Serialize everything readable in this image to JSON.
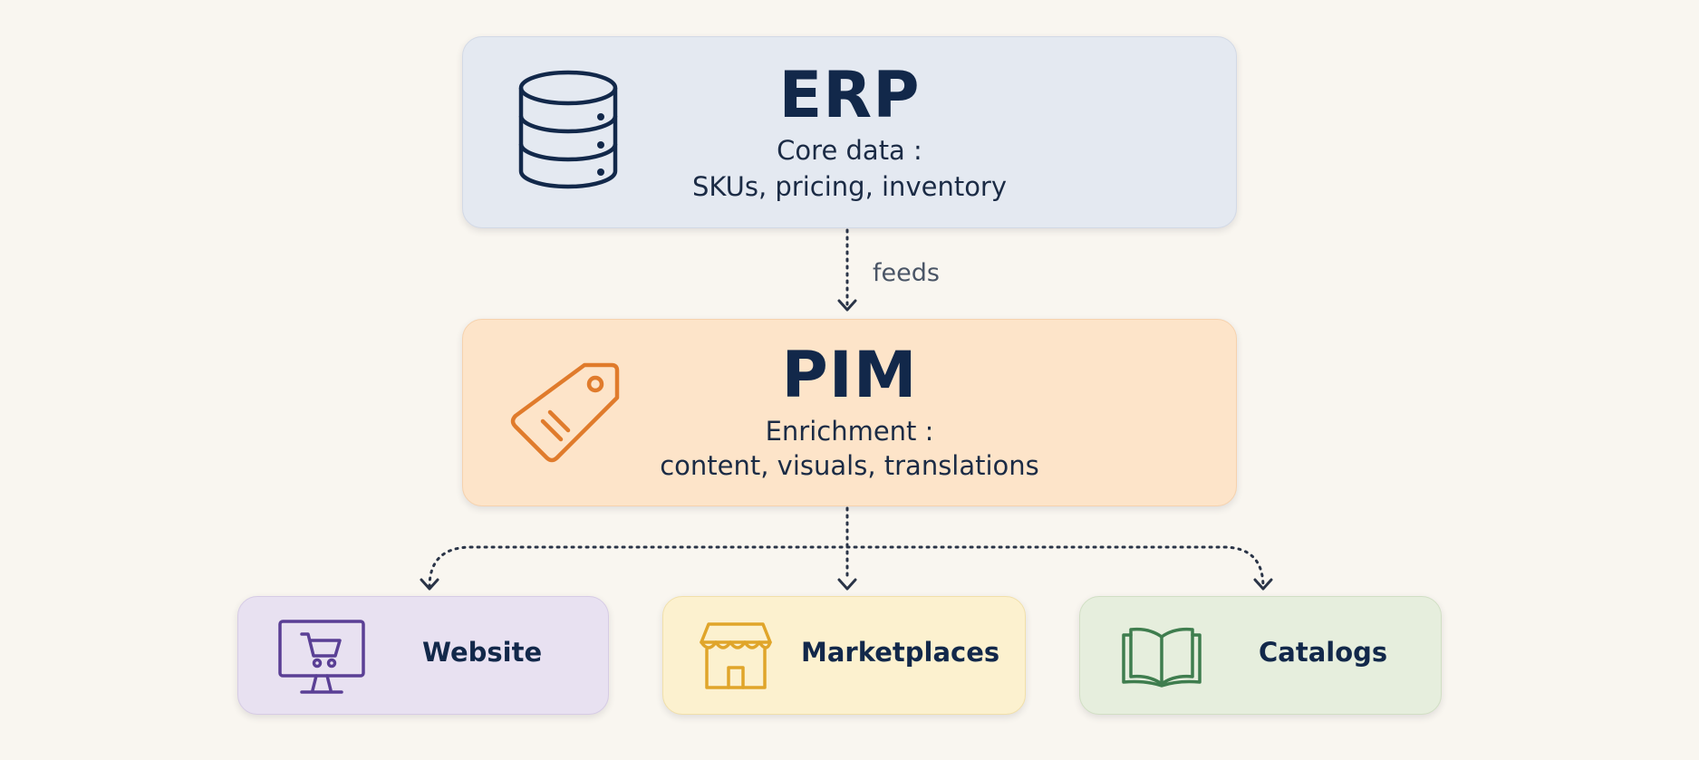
{
  "erp": {
    "title": "ERP",
    "desc_line1": "Core data :",
    "desc_line2": "SKUs, pricing, inventory"
  },
  "connector": {
    "label": "feeds"
  },
  "pim": {
    "title": "PIM",
    "desc_line1": "Enrichment :",
    "desc_line2": "content, visuals, translations"
  },
  "channels": {
    "website": "Website",
    "marketplaces": "Marketplaces",
    "catalogs": "Catalogs"
  },
  "colors": {
    "erp_fill": "#e4e9f1",
    "pim_fill": "#fde4c9",
    "website_fill": "#e8e1f1",
    "marketplaces_fill": "#fcf1cf",
    "catalogs_fill": "#e6eedd",
    "erp_icon": "#12284a",
    "pim_icon": "#e07b2c",
    "website_icon": "#5a3f95",
    "marketplaces_icon": "#e0a52a",
    "catalogs_icon": "#3f7d4e",
    "text": "#12284a"
  },
  "icons": {
    "erp": "database-icon",
    "pim": "tag-icon",
    "website": "monitor-cart-icon",
    "marketplaces": "storefront-icon",
    "catalogs": "open-book-icon"
  }
}
